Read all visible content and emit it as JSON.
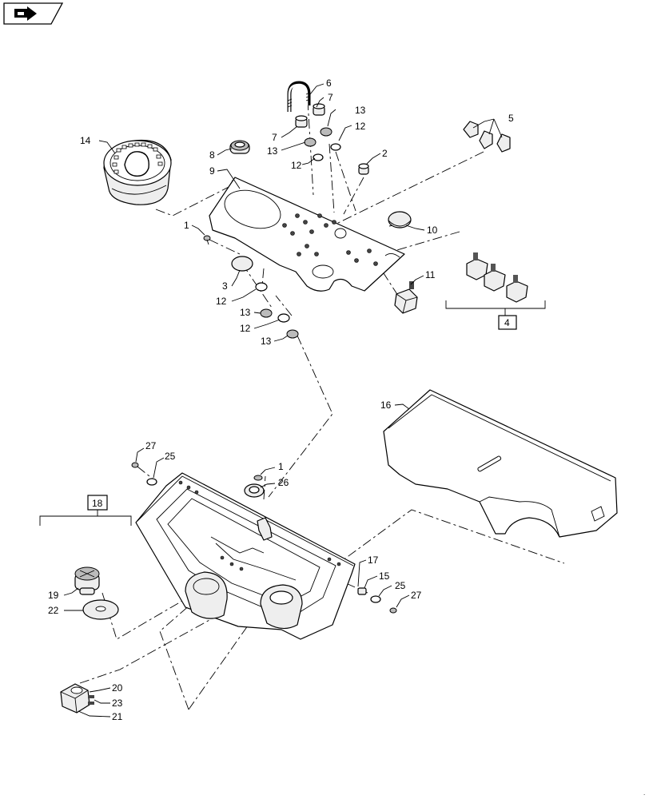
{
  "header": {
    "icon": "vehicle-direction-icon"
  },
  "callouts": {
    "c1a": "1",
    "c1b": "1",
    "c2": "2",
    "c3": "3",
    "c4": "4",
    "c5": "5",
    "c6": "6",
    "c7a": "7",
    "c7b": "7",
    "c8": "8",
    "c9": "9",
    "c10": "10",
    "c11": "11",
    "c12a": "12",
    "c12b": "12",
    "c12c": "12",
    "c12d": "12",
    "c13a": "13",
    "c13b": "13",
    "c13c": "13",
    "c13d": "13",
    "c14": "14",
    "c15": "15",
    "c16": "16",
    "c17": "17",
    "c18": "18",
    "c19": "19",
    "c20": "20",
    "c21": "21",
    "c22": "22",
    "c23": "23",
    "c25a": "25",
    "c25b": "25",
    "c26": "26",
    "c27a": "27",
    "c27b": "27"
  }
}
